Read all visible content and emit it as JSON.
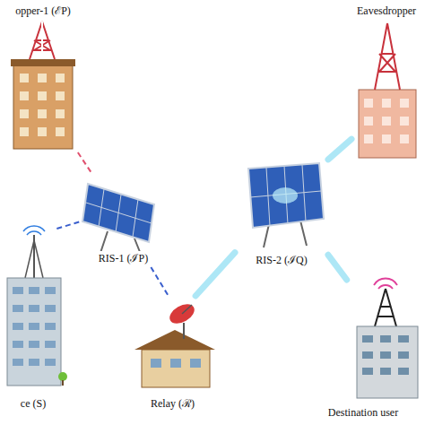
{
  "diagram": {
    "nodes": [
      {
        "text": [
          "opper-1 (ℰP)"
        ]
      },
      {
        "text": [
          "Eavesdropper"
        ]
      },
      {
        "text": [
          "RIS-1 (ℐP)"
        ]
      },
      {
        "text": [
          "RIS-2 (ℐQ)"
        ]
      },
      {
        "text": [
          "ce (S)"
        ]
      },
      {
        "text": [
          "Relay (ℛ)"
        ]
      },
      {
        "text": [
          "Destination user"
        ]
      }
    ],
    "edges": [
      {
        "from": 0,
        "to": 2,
        "arrow": "none"
      },
      {
        "from": 4,
        "to": 2,
        "arrow": "none"
      },
      {
        "from": 2,
        "to": 5,
        "arrow": "none"
      },
      {
        "from": 5,
        "to": 3,
        "arrow": "none"
      },
      {
        "from": 3,
        "to": 1,
        "arrow": "none"
      },
      {
        "from": 3,
        "to": 6,
        "arrow": "none"
      }
    ]
  }
}
